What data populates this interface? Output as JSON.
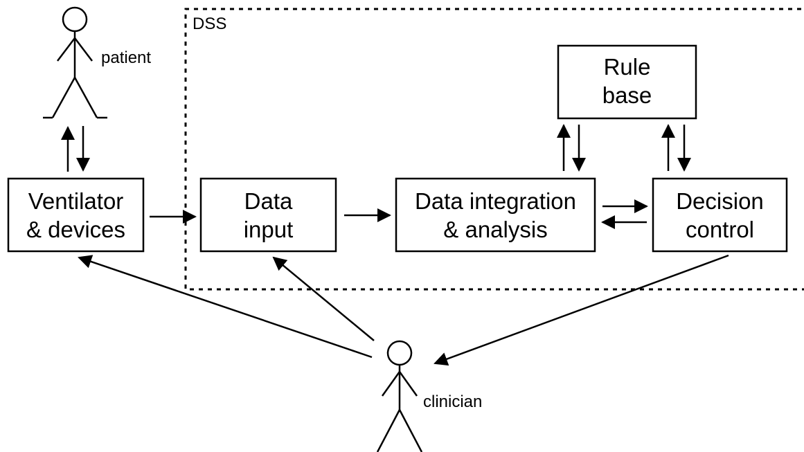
{
  "dss_label": "DSS",
  "actors": {
    "patient": "patient",
    "clinician": "clinician"
  },
  "boxes": {
    "ventilator": [
      "Ventilator",
      "& devices"
    ],
    "data_input": [
      "Data",
      "input"
    ],
    "data_integration": [
      "Data integration",
      "& analysis"
    ],
    "decision_control": [
      "Decision",
      "control"
    ],
    "rule_base": [
      "Rule",
      "base"
    ]
  }
}
